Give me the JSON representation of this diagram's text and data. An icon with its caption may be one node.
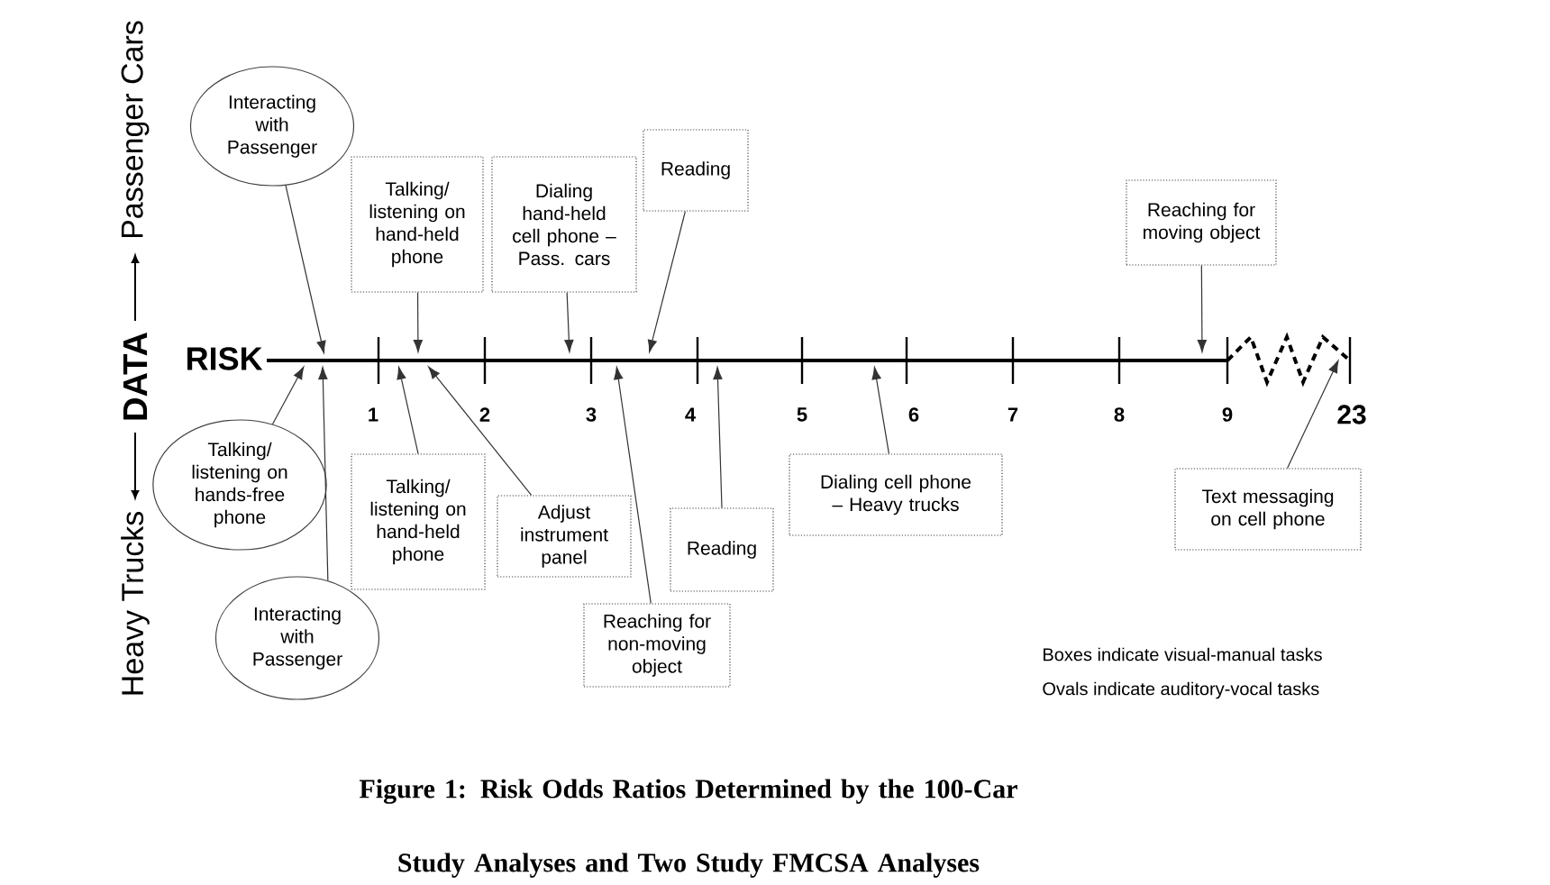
{
  "diagram": {
    "caption": "Figure 1:  Risk Odds Ratios Determined by the 100-Car Study Analyses and Two Study FMCSA Analyses",
    "nodes": [
      {
        "text": [
          "Interacting with Passenger"
        ]
      },
      {
        "text": [
          "Talking/ listening on hand-held phone"
        ]
      },
      {
        "text": [
          "Dialing hand-held cell phone – Pass. cars"
        ]
      },
      {
        "text": [
          "Reading"
        ]
      },
      {
        "text": [
          "Reaching for moving object"
        ]
      },
      {
        "text": [
          "Talking/ listening on hands-free phone"
        ]
      },
      {
        "text": [
          "Interacting with Passenger"
        ]
      },
      {
        "text": [
          "Talking/ listening on hand-held phone"
        ]
      },
      {
        "text": [
          "Adjust instrument panel"
        ]
      },
      {
        "text": [
          "Reaching for non-moving object"
        ]
      },
      {
        "text": [
          "Reading"
        ]
      },
      {
        "text": [
          "Dialing cell phone – Heavy trucks"
        ]
      },
      {
        "text": [
          "Text messaging on cell phone"
        ]
      }
    ],
    "edges": [
      {
        "from": 0,
        "to": null,
        "arrow": "to"
      },
      {
        "from": 1,
        "to": null,
        "arrow": "to"
      },
      {
        "from": 2,
        "to": null,
        "arrow": "to"
      },
      {
        "from": 3,
        "to": null,
        "arrow": "to"
      },
      {
        "from": 4,
        "to": null,
        "arrow": "to"
      },
      {
        "from": 5,
        "to": null,
        "arrow": "to"
      },
      {
        "from": 6,
        "to": null,
        "arrow": "to"
      },
      {
        "from": 7,
        "to": null,
        "arrow": "to"
      },
      {
        "from": 8,
        "to": null,
        "arrow": "to"
      },
      {
        "from": 9,
        "to": null,
        "arrow": "to"
      },
      {
        "from": 10,
        "to": null,
        "arrow": "to"
      },
      {
        "from": 11,
        "to": null,
        "arrow": "to"
      },
      {
        "from": 12,
        "to": null,
        "arrow": "to"
      }
    ],
    "labels": [
      "Heavy Trucks",
      "DATA",
      "Passenger Cars",
      "RISK",
      "1",
      "2",
      "3",
      "4",
      "5",
      "6",
      "7",
      "8",
      "9",
      "23",
      "Boxes indicate visual-manual tasks",
      "Ovals indicate auditory-vocal tasks"
    ]
  }
}
